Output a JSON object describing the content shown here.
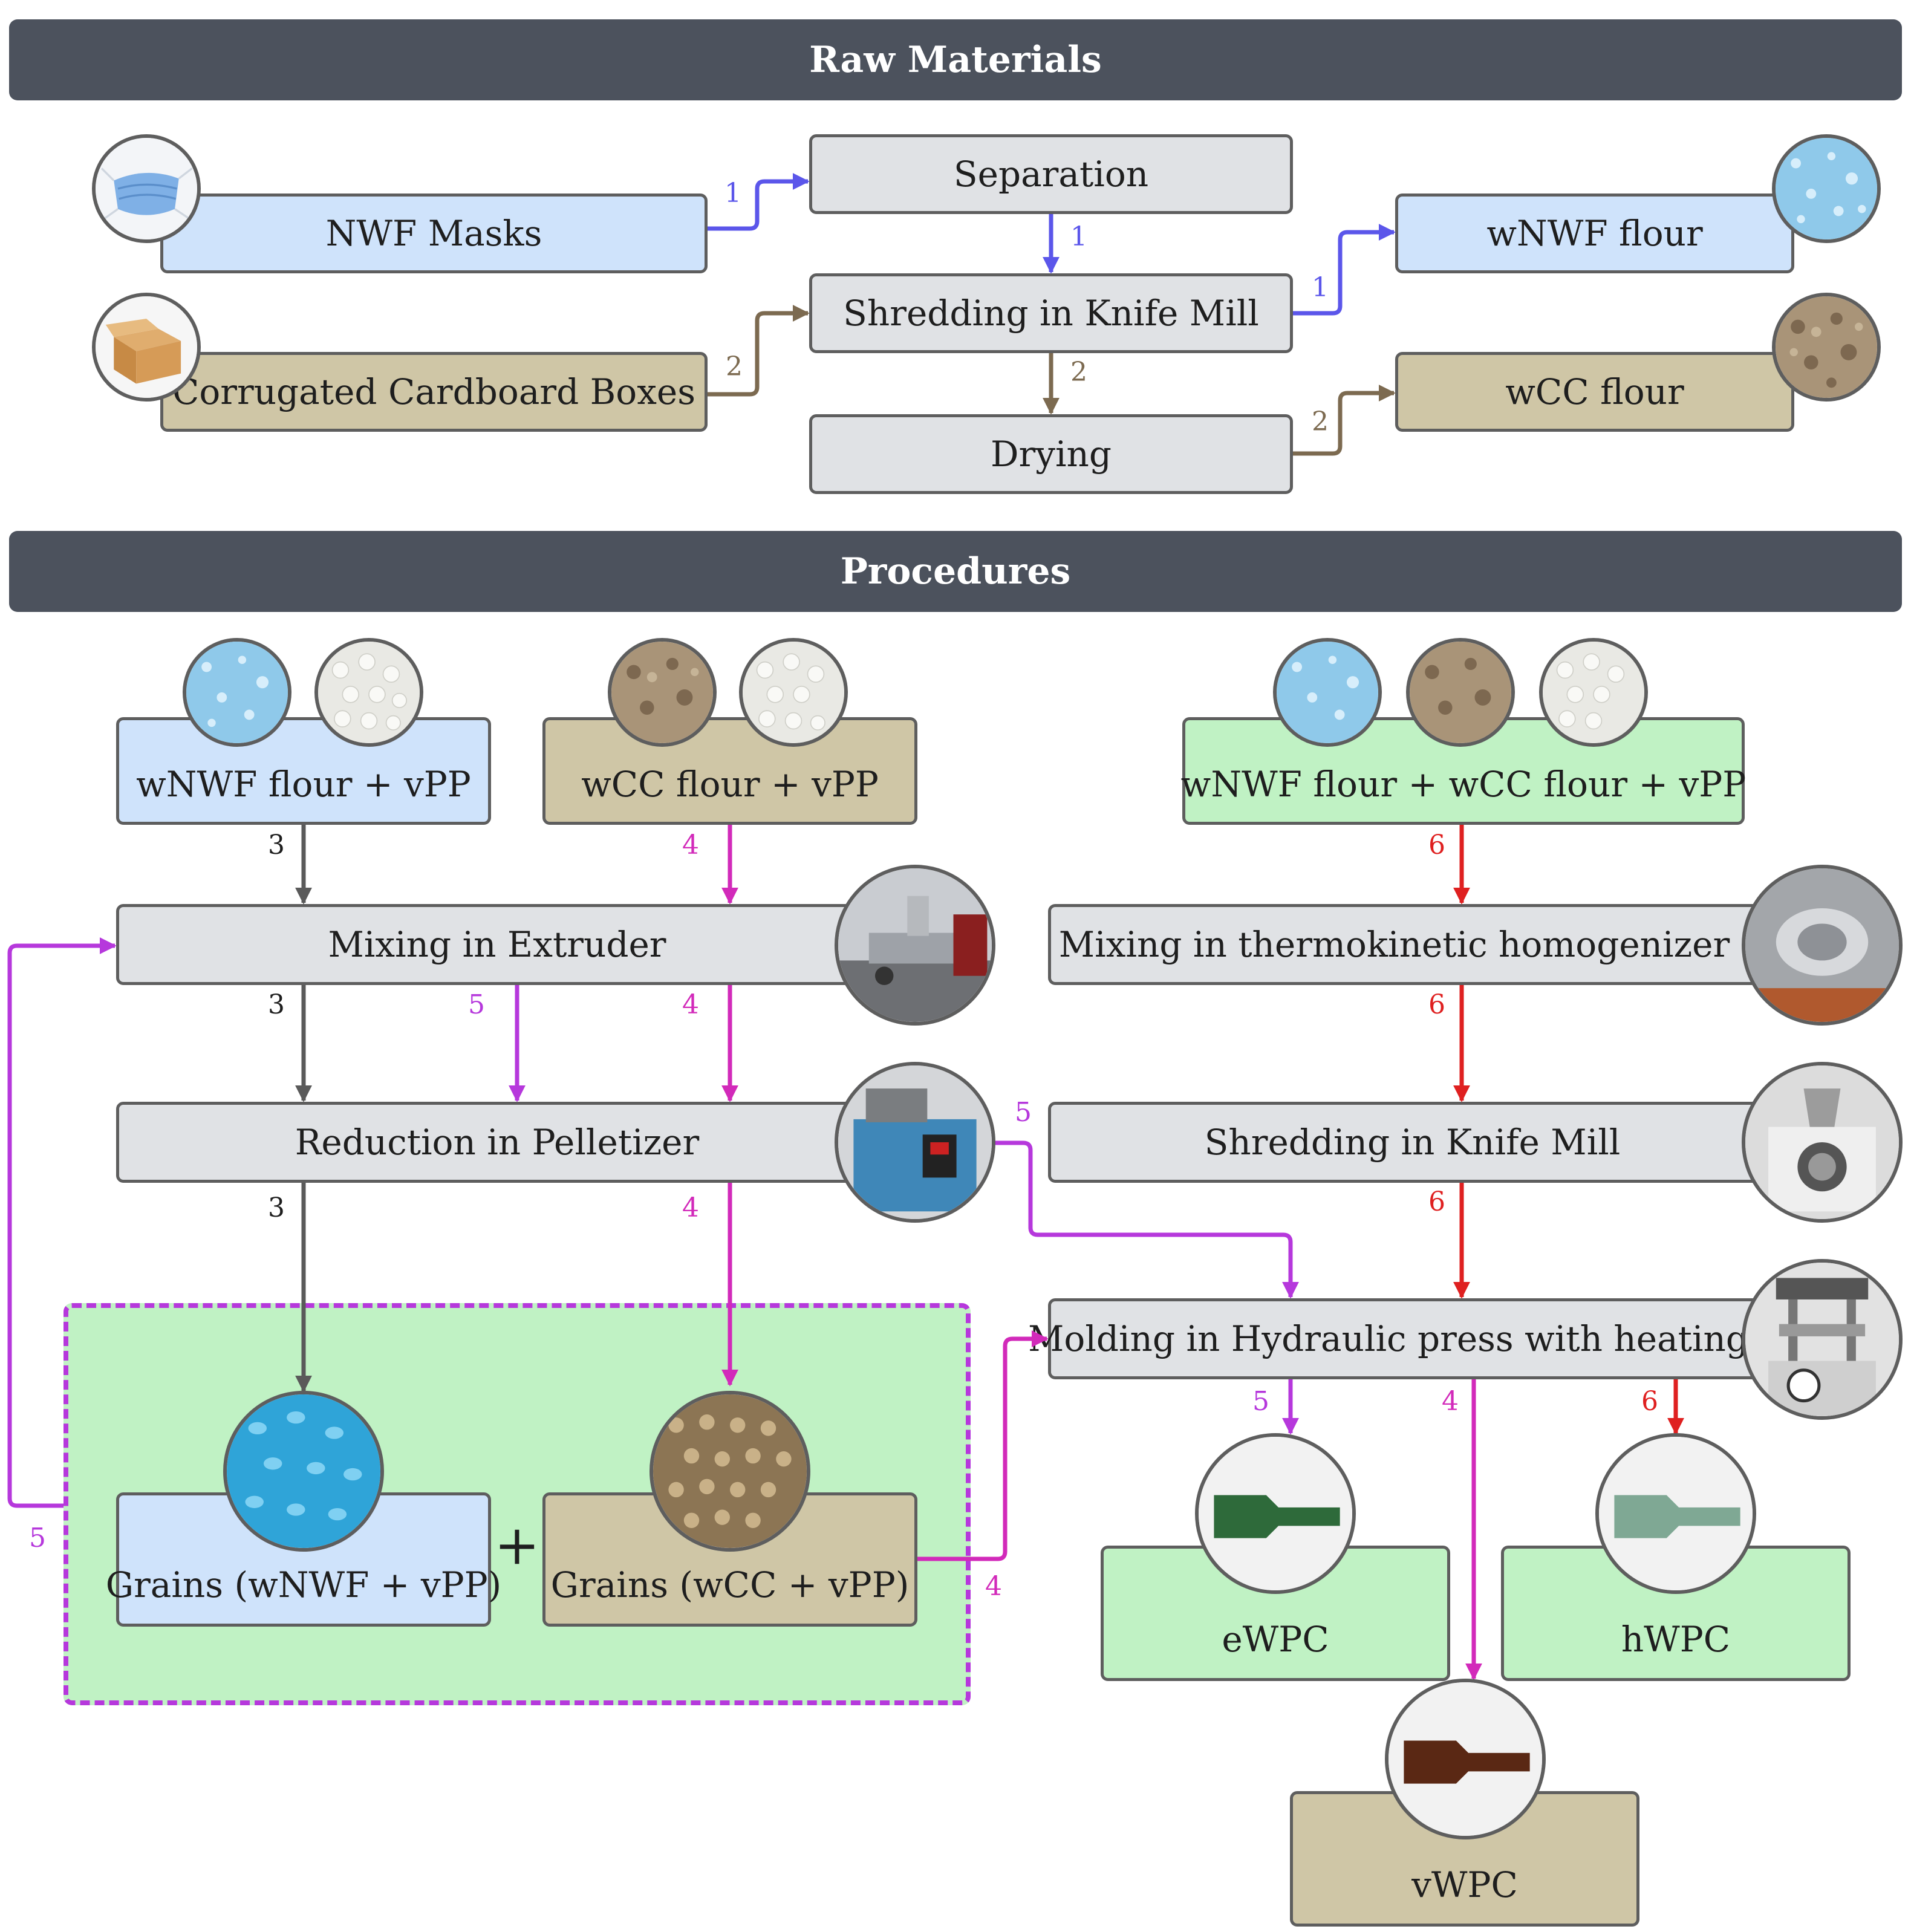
{
  "sections": {
    "raw_materials": "Raw Materials",
    "procedures": "Procedures"
  },
  "raw": {
    "nwf_masks": "NWF Masks",
    "cardboard": "Corrugated Cardboard Boxes",
    "separation": "Separation",
    "shredding": "Shredding in Knife Mill",
    "drying": "Drying",
    "wnwf_flour": "wNWF flour",
    "wcc_flour": "wCC flour"
  },
  "proc": {
    "input_nwf": "wNWF flour + vPP",
    "input_cc": "wCC flour + vPP",
    "input_mix": "wNWF flour + wCC flour + vPP",
    "mixing_extruder": "Mixing in Extruder",
    "reduction_pelletizer": "Reduction in Pelletizer",
    "mixing_thermo": "Mixing in thermokinetic homogenizer",
    "shredding_knife": "Shredding in Knife Mill",
    "molding": "Molding in Hydraulic press with heating",
    "grains_nwf": "Grains (wNWF + vPP)",
    "grains_cc": "Grains (wCC + vPP)",
    "plus": "+",
    "ewpc": "eWPC",
    "hwpc": "hWPC",
    "vwpc": "vWPC"
  },
  "route_labels": {
    "r1": "1",
    "r2": "2",
    "r3": "3",
    "r4": "4",
    "r5": "5",
    "r6": "6"
  },
  "colors": {
    "route_1": "#5b56ea",
    "route_2": "#7c6a50",
    "route_3": "#5a5a5a",
    "route_4": "#d22aba",
    "route_5": "#b638dc",
    "route_6": "#df2020"
  },
  "icons": {
    "mask": "surgical-mask-photo",
    "cardboard": "cardboard-box-photo",
    "wnwf": "blue-flour-photo",
    "wcc": "brown-flour-photo",
    "vpp": "white-pellets-photo",
    "extruder": "extruder-machine-photo",
    "pelletizer": "pelletizer-machine-photo",
    "homogenizer": "homogenizer-machine-photo",
    "knife_mill": "knife-mill-photo",
    "press": "hydraulic-press-photo",
    "grains_blue": "blue-grains-photo",
    "grains_tan": "tan-grains-photo",
    "specimen": "specimen-bar-photo"
  }
}
